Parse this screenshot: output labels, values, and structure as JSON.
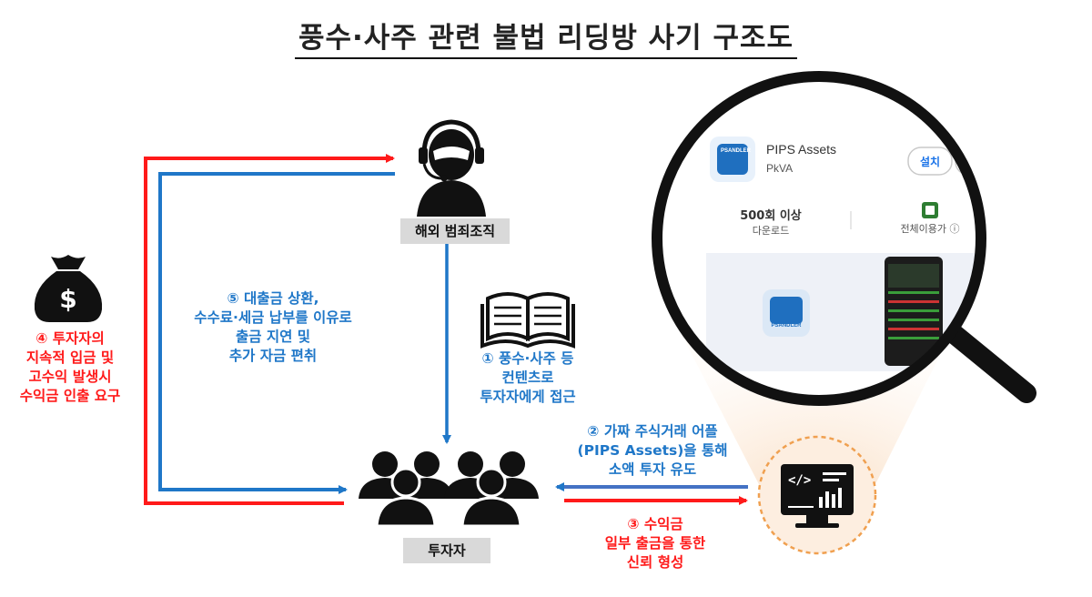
{
  "title": "풍수·사주 관련 불법 리딩방 사기 구조도",
  "nodes": {
    "criminal": "해외 범죄조직",
    "investor": "투자자"
  },
  "steps": {
    "step1": [
      "① 풍수·사주 등",
      "컨텐츠로",
      "투자자에게 접근"
    ],
    "step2": [
      "② 가짜 주식거래 어플",
      "(PIPS Assets)을 통해",
      "소액 투자 유도"
    ],
    "step3": [
      "③ 수익금",
      "일부 출금을 통한",
      "신뢰 형성"
    ],
    "step4": [
      "④ 투자자의",
      "지속적 입금 및",
      "고수익 발생시",
      "수익금 인출 요구"
    ],
    "step5": [
      "⑤ 대출금 상환,",
      "수수료·세금 납부를 이유로",
      "출금 지연 및",
      "추가 자금 편취"
    ]
  },
  "app": {
    "name": "PIPS  Assets",
    "developer": "PkVA",
    "install_button": "설치",
    "downloads": "500회 이상",
    "downloads_label": "다운로드",
    "rating_label": "전체이용가 ⓘ",
    "logo_text": "PSANDLER"
  },
  "colors": {
    "blue": "#1f77c8",
    "red": "#ff1a1a",
    "dark": "#111111",
    "label_gray": "#d9d9d9",
    "computer_ring": "#f0a050"
  },
  "icons": [
    "hacker-headset-icon",
    "investors-group-icon",
    "money-bag-dollar-icon",
    "open-book-icon",
    "computer-code-chart-icon",
    "magnifier-icon"
  ]
}
